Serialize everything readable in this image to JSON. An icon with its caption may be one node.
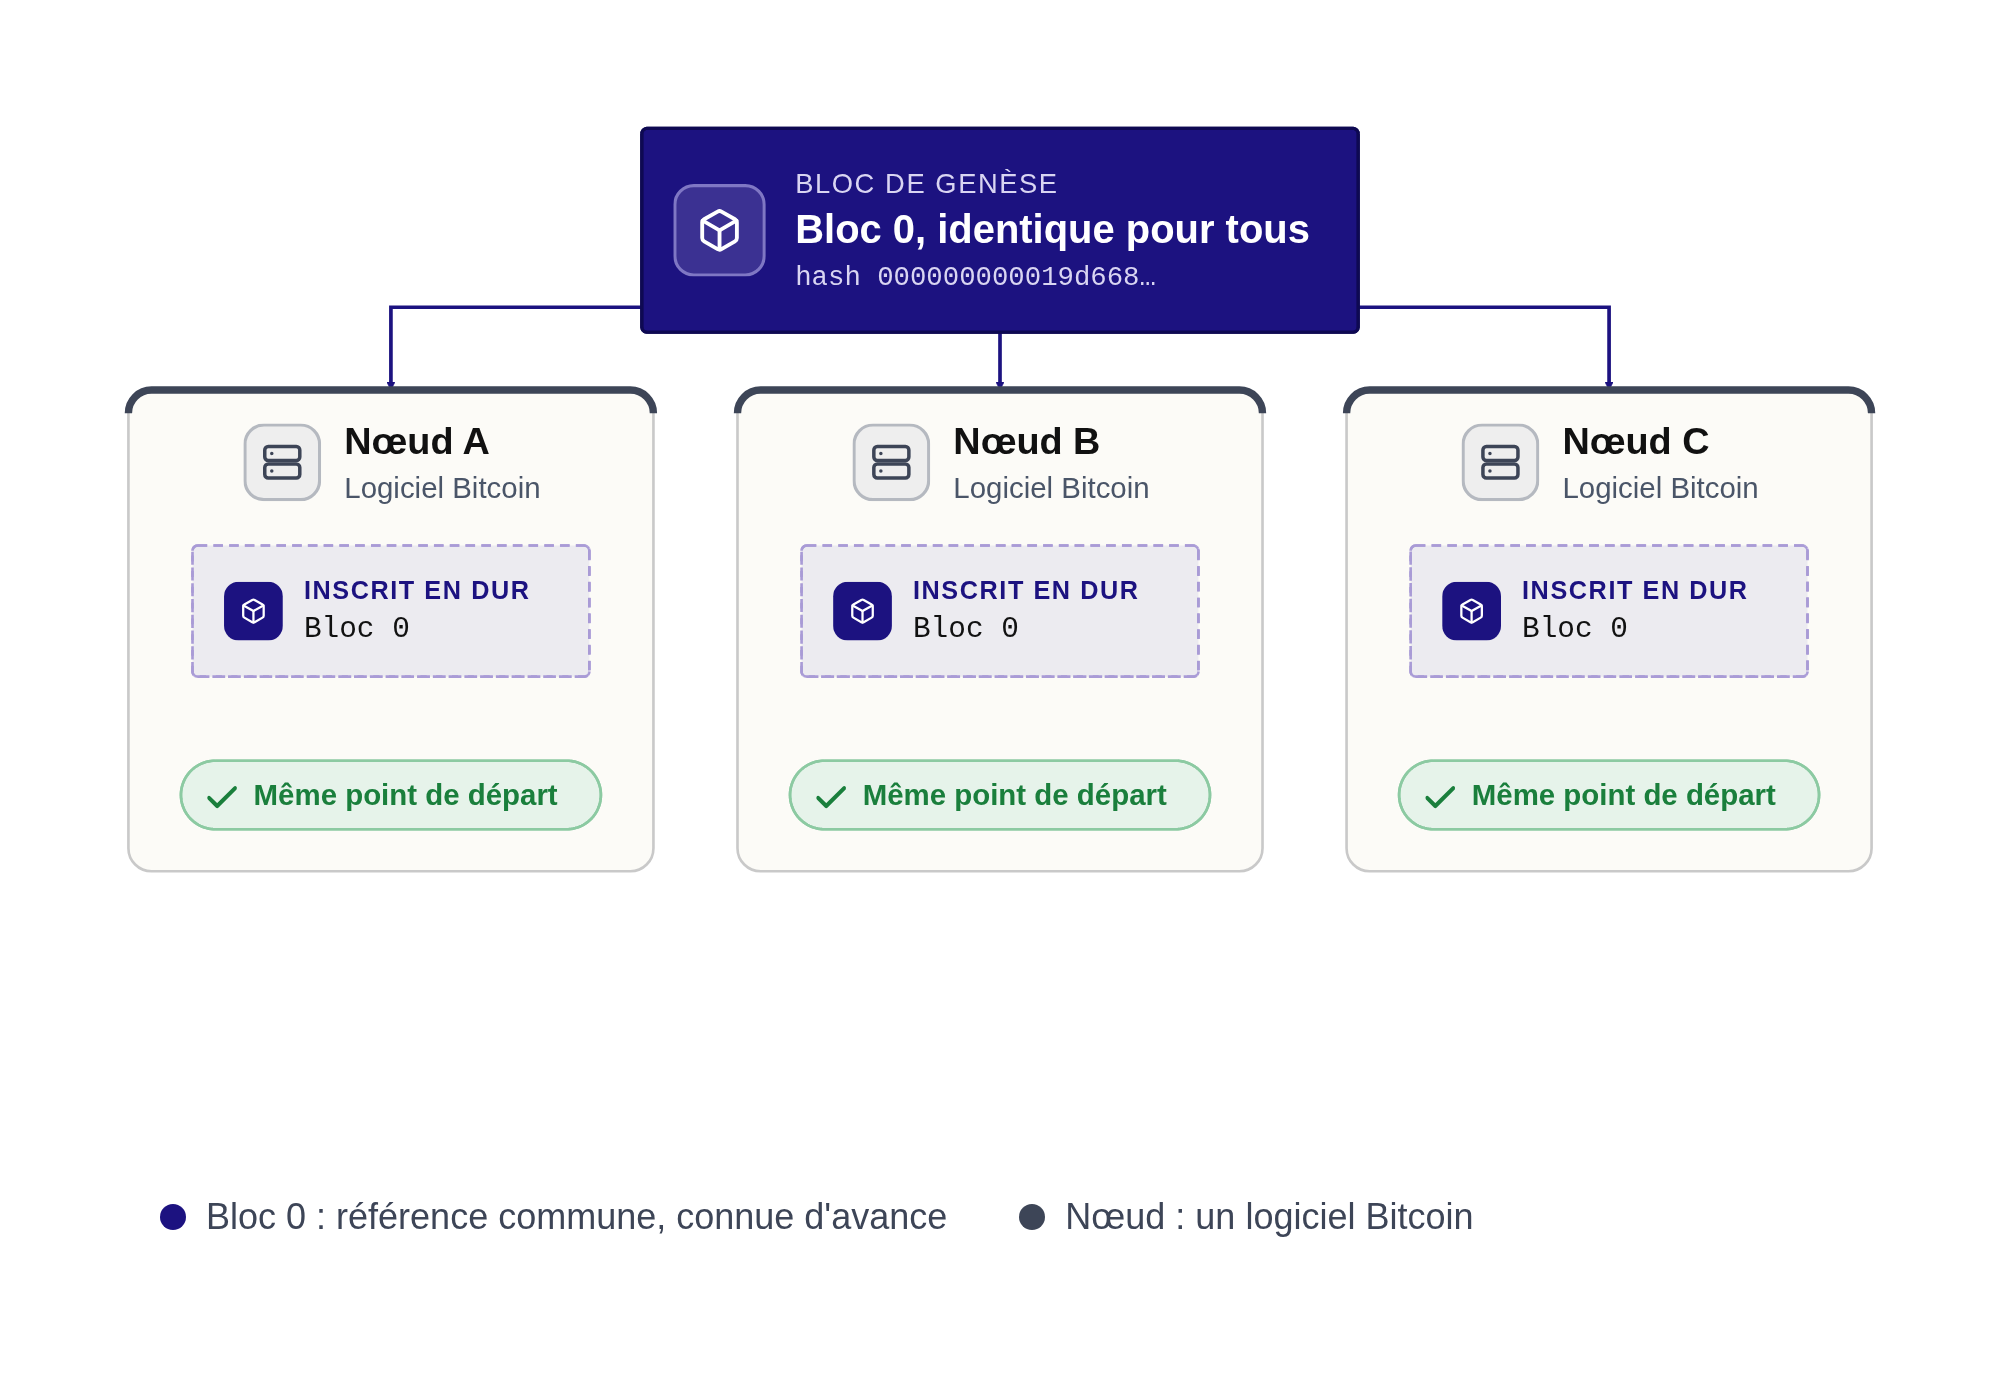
{
  "diagram": {
    "nodes": [
      {
        "text": [
          "BLOC DE GENÈSE",
          "Bloc 0, identique pour tous",
          "hash 000000000019d668…"
        ]
      },
      {
        "text": [
          "Nœud A",
          "Logiciel Bitcoin"
        ]
      },
      {
        "text": [
          "INSCRIT EN DUR",
          "Bloc 0"
        ],
        "in": 1
      },
      {
        "text": [
          "Même point de départ"
        ],
        "in": 1
      },
      {
        "text": [
          "Nœud B",
          "Logiciel Bitcoin"
        ]
      },
      {
        "text": [
          "INSCRIT EN DUR",
          "Bloc 0"
        ],
        "in": 4
      },
      {
        "text": [
          "Même point de départ"
        ],
        "in": 4
      },
      {
        "text": [
          "Nœud C",
          "Logiciel Bitcoin"
        ]
      },
      {
        "text": [
          "INSCRIT EN DUR",
          "Bloc 0"
        ],
        "in": 7
      },
      {
        "text": [
          "Même point de départ"
        ],
        "in": 7
      }
    ],
    "edges": [
      {
        "from": 0,
        "to": 1,
        "arrow": "to"
      },
      {
        "from": 0,
        "to": 4,
        "arrow": "to"
      },
      {
        "from": 0,
        "to": 7,
        "arrow": "to"
      }
    ],
    "legend": [
      {
        "text": "Bloc 0 : référence commune, connue d'avance",
        "color": "#1c1280"
      },
      {
        "text": "Nœud : un logiciel Bitcoin",
        "color": "#3d4557"
      }
    ]
  }
}
